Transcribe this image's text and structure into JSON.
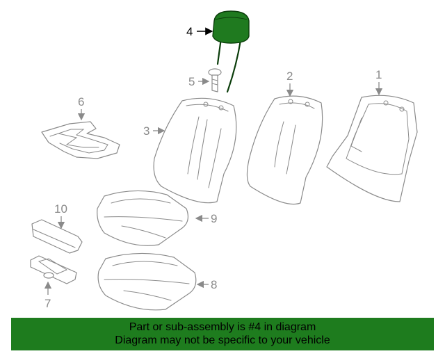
{
  "callouts": {
    "c1": "1",
    "c2": "2",
    "c3": "3",
    "c4": "4",
    "c5": "5",
    "c6": "6",
    "c7": "7",
    "c8": "8",
    "c9": "9",
    "c10": "10"
  },
  "highlight": {
    "part": "4",
    "color": "#1e7c1e"
  },
  "banner": {
    "line1": "Part or sub-assembly is #4 in diagram",
    "line2": "Diagram may not be specific to your vehicle"
  }
}
